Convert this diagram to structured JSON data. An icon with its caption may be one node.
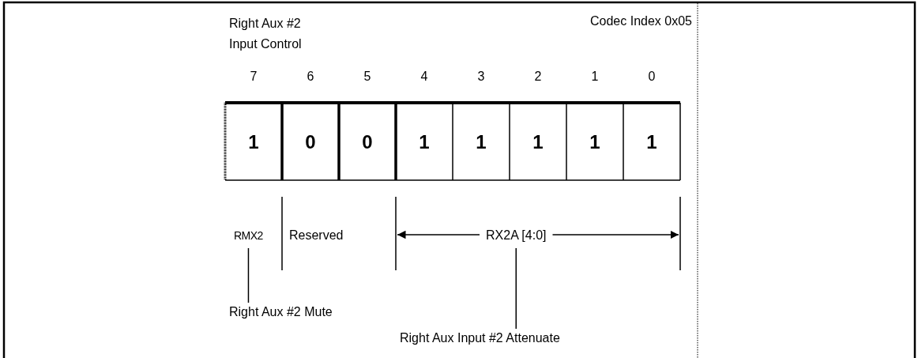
{
  "diagram": {
    "nodes": [
      {
        "text": [
          "1"
        ]
      },
      {
        "text": [
          "0"
        ]
      },
      {
        "text": [
          "0"
        ]
      },
      {
        "text": [
          "1"
        ]
      },
      {
        "text": [
          "1"
        ]
      },
      {
        "text": [
          "1"
        ]
      },
      {
        "text": [
          "1"
        ]
      },
      {
        "text": [
          "1"
        ]
      },
      {
        "text": [
          "RMX2"
        ]
      },
      {
        "text": [
          "RX2A [4:0]"
        ]
      },
      {
        "text": [
          "Right Aux #2 Mute"
        ]
      },
      {
        "text": [
          "Right Aux Input #2 Attenuate"
        ]
      }
    ],
    "edges": [
      {
        "from": 10,
        "to": 8,
        "arrow": "none"
      },
      {
        "from": 11,
        "to": 9,
        "arrow": "none"
      }
    ],
    "labels": [
      "Right Aux #2 Input Control",
      "Codec Index 0x05",
      "7",
      "6",
      "5",
      "4",
      "3",
      "2",
      "1",
      "0",
      "Reserved"
    ]
  }
}
